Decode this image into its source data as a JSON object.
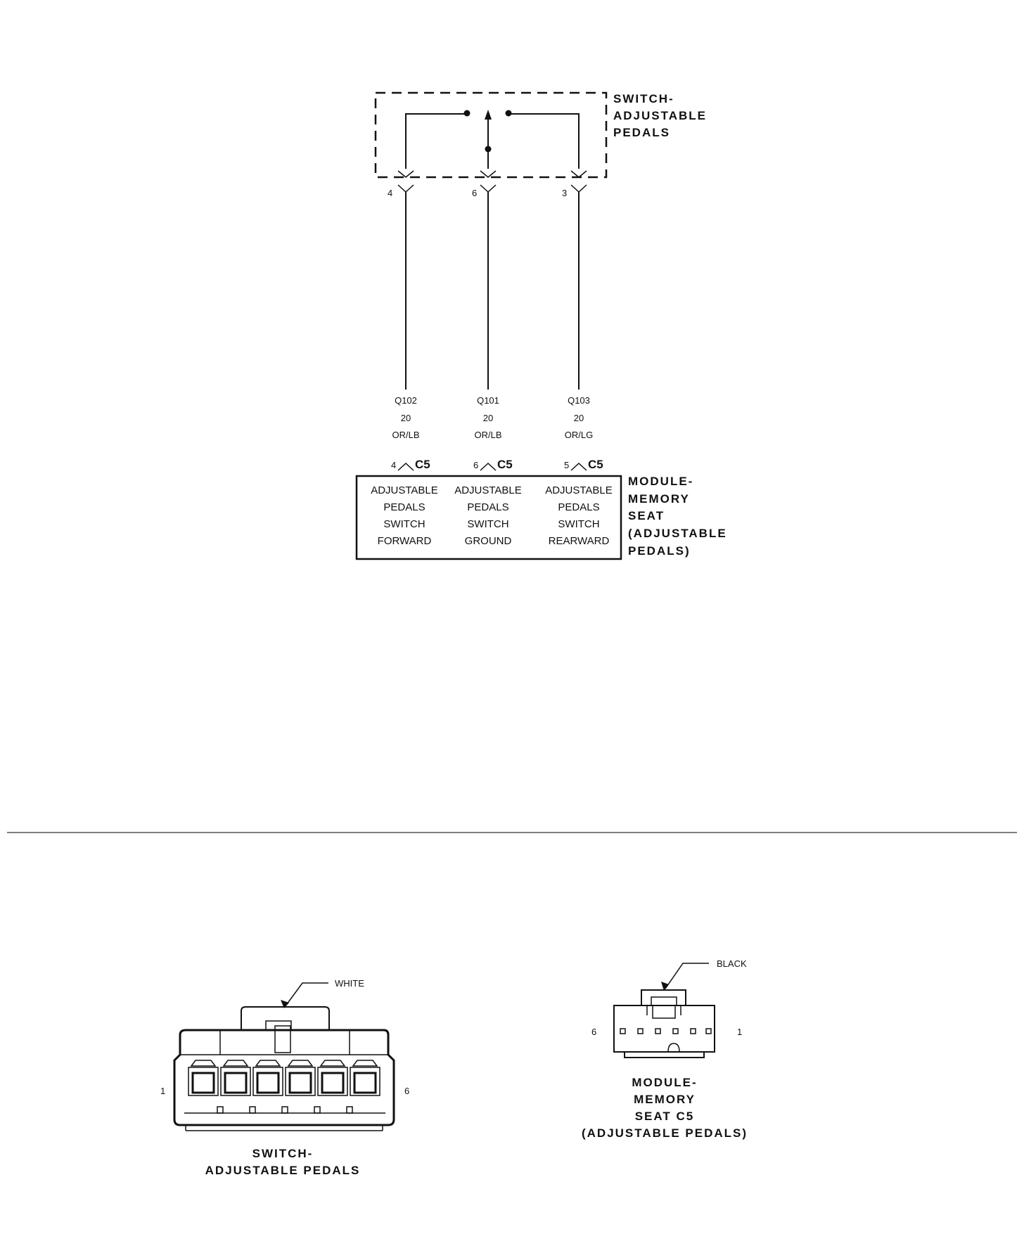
{
  "switch": {
    "title_lines": [
      "SWITCH-",
      "ADJUSTABLE",
      "PEDALS"
    ],
    "pins": [
      "4",
      "6",
      "3"
    ]
  },
  "wires": [
    {
      "circuit": "Q102",
      "gauge": "20",
      "color": "OR/LB",
      "module_pin": "4",
      "connector": "C5"
    },
    {
      "circuit": "Q101",
      "gauge": "20",
      "color": "OR/LB",
      "module_pin": "6",
      "connector": "C5"
    },
    {
      "circuit": "Q103",
      "gauge": "20",
      "color": "OR/LG",
      "module_pin": "5",
      "connector": "C5"
    }
  ],
  "module": {
    "title_lines": [
      "MODULE-",
      "MEMORY",
      "SEAT",
      "(ADJUSTABLE",
      "PEDALS)"
    ],
    "functions": [
      [
        "ADJUSTABLE",
        "PEDALS",
        "SWITCH",
        "FORWARD"
      ],
      [
        "ADJUSTABLE",
        "PEDALS",
        "SWITCH",
        "GROUND"
      ],
      [
        "ADJUSTABLE",
        "PEDALS",
        "SWITCH",
        "REARWARD"
      ]
    ]
  },
  "connector_views": {
    "switch": {
      "color_label": "WHITE",
      "pin_left": "1",
      "pin_right": "6",
      "caption_lines": [
        "SWITCH-",
        "ADJUSTABLE PEDALS"
      ]
    },
    "module": {
      "color_label": "BLACK",
      "pin_left": "6",
      "pin_right": "1",
      "caption_lines": [
        "MODULE-",
        "MEMORY",
        "SEAT C5",
        "(ADJUSTABLE PEDALS)"
      ]
    }
  }
}
